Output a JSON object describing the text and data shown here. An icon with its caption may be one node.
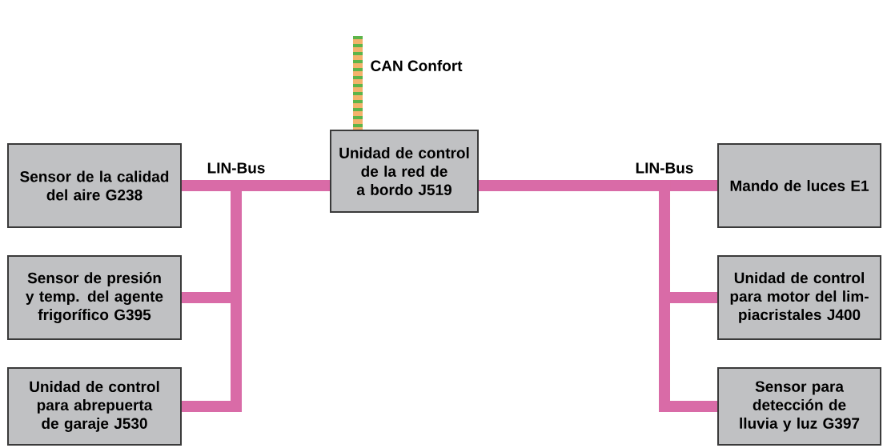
{
  "diagram": {
    "nodes": [
      {
        "text": [
          "Unidad de control de la red de a bordo J519"
        ]
      },
      {
        "text": [
          "Sensor de la calidad del aire G238"
        ]
      },
      {
        "text": [
          "Sensor de presión y temp. del agente frigorífico G395"
        ]
      },
      {
        "text": [
          "Unidad de control para abrepuerta de garaje J530"
        ]
      },
      {
        "text": [
          "Mando de luces E1"
        ]
      },
      {
        "text": [
          "Unidad de control para motor del lim- piacristales J400"
        ]
      },
      {
        "text": [
          "Sensor para detección de lluvia y luz G397"
        ]
      }
    ],
    "edges": [
      {
        "from": null,
        "to": 0,
        "arrow": "none",
        "label": "CAN Confort",
        "color": "#f4b26b"
      },
      {
        "from": 0,
        "to": 1,
        "arrow": "none",
        "label": "LIN-Bus"
      },
      {
        "from": 0,
        "to": 2,
        "arrow": "none"
      },
      {
        "from": 0,
        "to": 3,
        "arrow": "none"
      },
      {
        "from": 0,
        "to": 4,
        "arrow": "none",
        "label": "LIN-Bus"
      },
      {
        "from": 0,
        "to": 5,
        "arrow": "none"
      },
      {
        "from": 0,
        "to": 6,
        "arrow": "none"
      }
    ]
  }
}
